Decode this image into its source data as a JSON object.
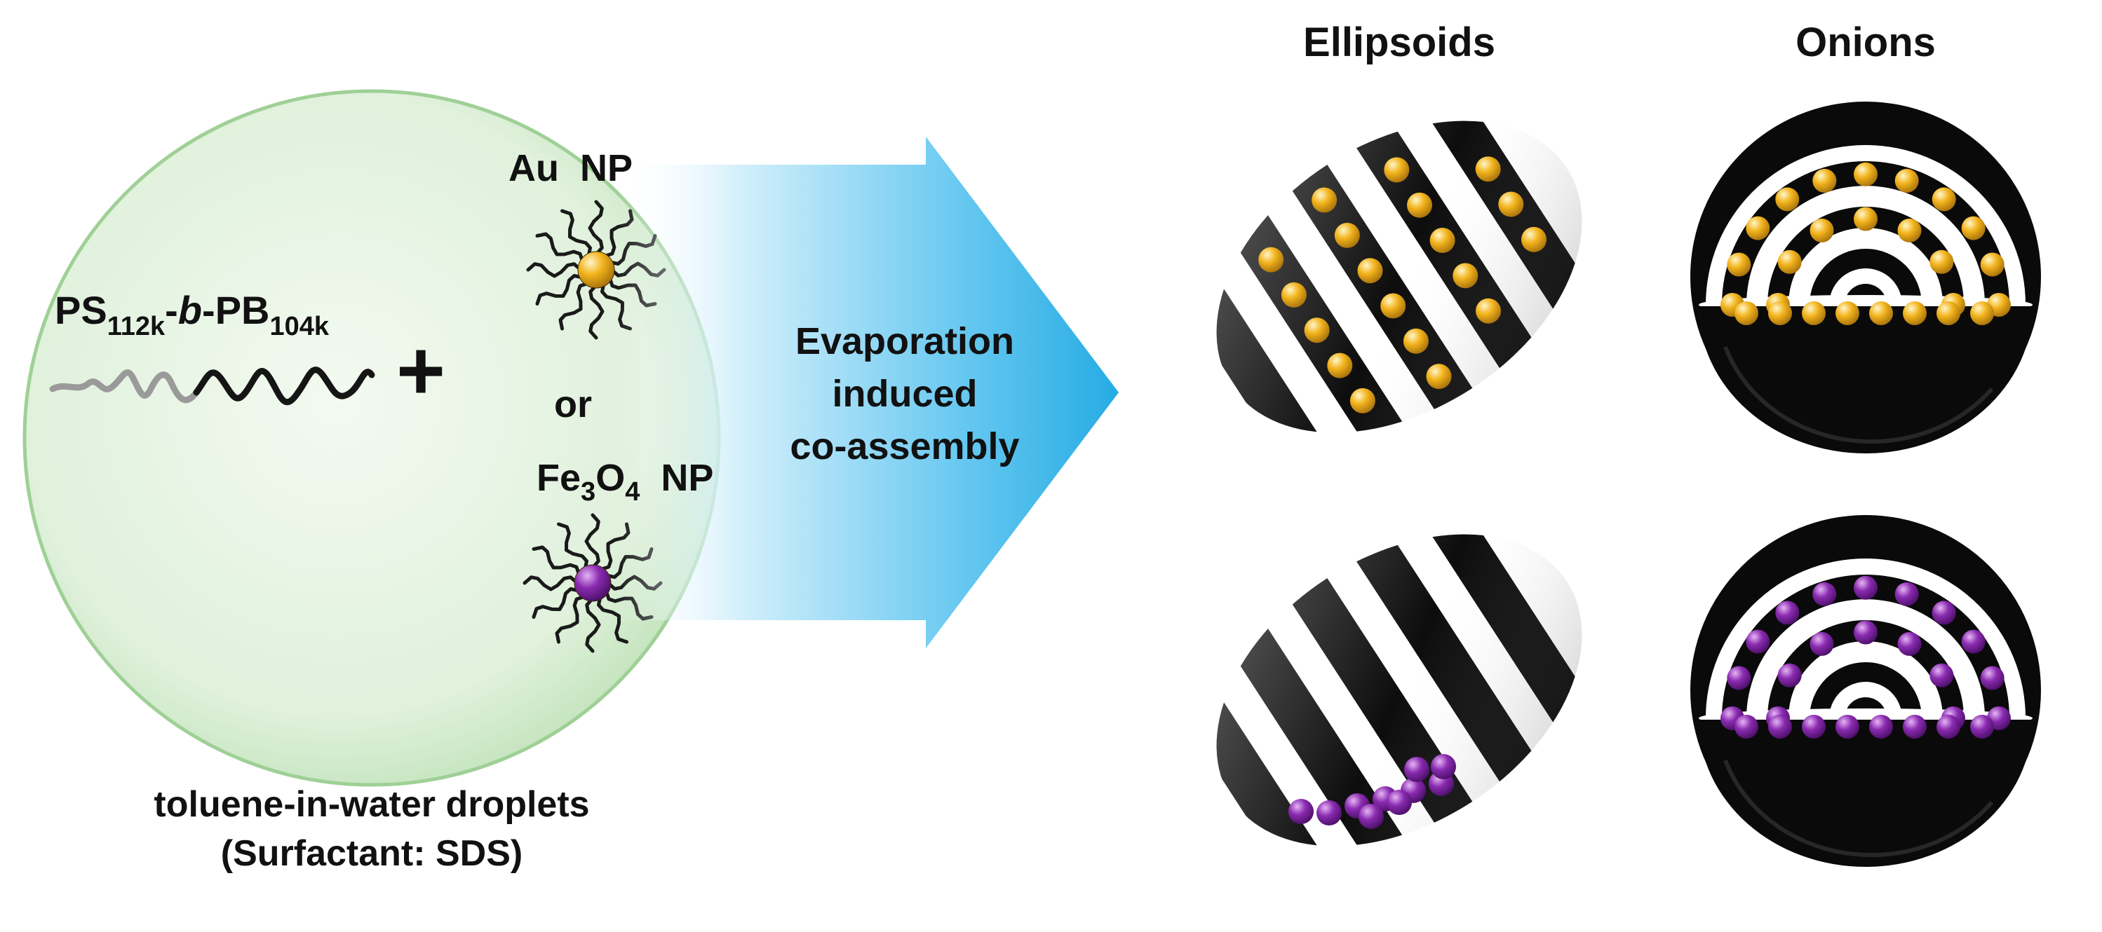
{
  "droplet": {
    "copolymer": {
      "base1": "PS",
      "sub1": "112k",
      "mid": "-",
      "italic": "b",
      "dash2": "-",
      "base2": "PB",
      "sub2": "104k"
    },
    "plus": "+",
    "au_label": "Au  NP",
    "or": "or",
    "fe_label": {
      "base1": "Fe",
      "sub1": "3",
      "base2": "O",
      "sub2": "4",
      "tail": "  NP"
    },
    "caption_line1": "toluene-in-water droplets",
    "caption_line2": "(Surfactant: SDS)"
  },
  "arrow": {
    "line1": "Evaporation",
    "line2": "induced",
    "line3": "co-assembly"
  },
  "headings": {
    "ellipsoids": "Ellipsoids",
    "onions": "Onions"
  },
  "colors": {
    "gold_np": "#f2b31c",
    "purple_np": "#8a2bb0",
    "droplet_fill": "#d9efd6",
    "arrow_blue": "#29aee6"
  }
}
